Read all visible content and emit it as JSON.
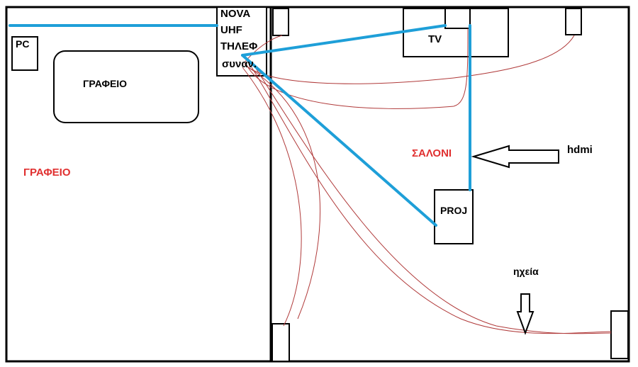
{
  "colors": {
    "walls": "#000000",
    "cable_blue": "#1e9fd8",
    "wire_red": "#b03a3a",
    "room_label_red": "#e03030"
  },
  "labels": {
    "pc": "PC",
    "desk": "ΓΡΑΦΕΙΟ",
    "office_room": "ΓΡΑΦΕΙΟ",
    "nova_lines": [
      "NOVA",
      "UHF",
      "ΤΗΛΕΦ",
      "συναν."
    ],
    "tv": "TV",
    "living_room": "ΣΑΛΟΝΙ",
    "hdmi": "hdmi",
    "projector": "PROJ",
    "speakers": "ηχεία"
  }
}
